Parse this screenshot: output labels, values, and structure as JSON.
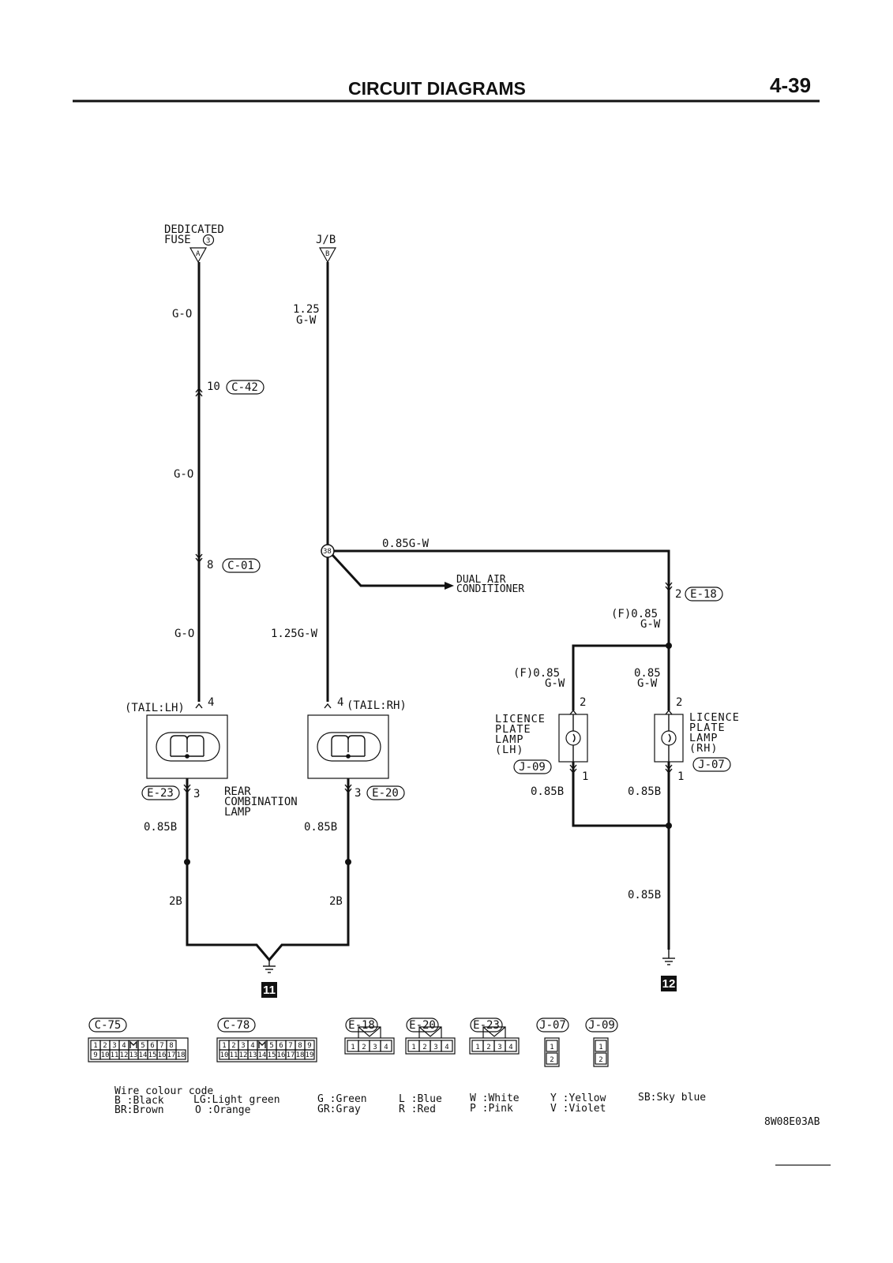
{
  "header": {
    "title": "CIRCUIT DIAGRAMS",
    "page": "4-39"
  },
  "sources": {
    "fuse_line1": "DEDICATED",
    "fuse_line2": "FUSE",
    "fuse_num": "3",
    "fuse_conn": "A",
    "jb": "J/B",
    "jb_conn": "B"
  },
  "wires": {
    "a_upper": "G-O",
    "a_mid": "G-O",
    "a_lower": "G-O",
    "b_upper_size": "1.25",
    "b_upper_color": "G-W",
    "b_lower": "1.25G-W",
    "branch": "0.85G-W",
    "e18_size": "(F)0.85",
    "e18_color": "G-W",
    "lh_size": "(F)0.85",
    "lh_color": "G-W",
    "rh_size": "0.85",
    "rh_color": "G-W",
    "lh_ground": "0.85B",
    "rh_ground": "0.85B",
    "right_bottom": "0.85B",
    "e23_out": "0.85B",
    "e20_out": "0.85B",
    "g_left": "2B",
    "g_right": "2B"
  },
  "junction": {
    "label": "38",
    "arrow_line1": "DUAL AIR",
    "arrow_line2": "CONDITIONER"
  },
  "connectors": {
    "c42": {
      "pin": "10",
      "name": "C-42"
    },
    "c01": {
      "pin": "8",
      "name": "C-01"
    },
    "e18": {
      "pin": "2",
      "name": "E-18"
    },
    "e23": {
      "pin": "3",
      "name": "E-23"
    },
    "e20": {
      "pin": "3",
      "name": "E-20"
    },
    "j09": {
      "name": "J-09"
    },
    "j07": {
      "name": "J-07"
    }
  },
  "lamps": {
    "tail_lh": "(TAIL:LH)",
    "tail_lh_pin": "4",
    "tail_rh": "(TAIL:RH)",
    "tail_rh_pin": "4",
    "rear_line1": "REAR",
    "rear_line2": "COMBINATION",
    "rear_line3": "LAMP",
    "lic_lh_line1": "LICENCE",
    "lic_lh_line2": "PLATE",
    "lic_lh_line3": "LAMP",
    "lic_lh_line4": "(LH)",
    "lic_rh_line1": "LICENCE",
    "lic_rh_line2": "PLATE",
    "lic_rh_line3": "LAMP",
    "lic_rh_line4": "(RH)",
    "lic_lh_pin_top": "2",
    "lic_lh_pin_bot": "1",
    "lic_rh_pin_top": "2",
    "lic_rh_pin_bot": "1"
  },
  "grounds": {
    "left": "11",
    "right": "12"
  },
  "connector_views": [
    {
      "name": "C-75",
      "row1": [
        "1",
        "2",
        "3",
        "4",
        "",
        "5",
        "6",
        "7",
        "8"
      ],
      "row2": [
        "9",
        "10",
        "11",
        "12",
        "13",
        "14",
        "15",
        "16",
        "17",
        "18"
      ]
    },
    {
      "name": "C-78",
      "row1": [
        "1",
        "2",
        "3",
        "4",
        "",
        "5",
        "6",
        "7",
        "8",
        "9"
      ],
      "row2": [
        "10",
        "11",
        "12",
        "13",
        "14",
        "15",
        "16",
        "17",
        "18",
        "19"
      ]
    },
    {
      "name": "E-18",
      "row1": [
        "1",
        "2",
        "3",
        "4"
      ]
    },
    {
      "name": "E-20",
      "row1": [
        "1",
        "2",
        "3",
        "4"
      ]
    },
    {
      "name": "E-23",
      "row1": [
        "1",
        "2",
        "3",
        "4"
      ]
    },
    {
      "name": "J-07",
      "row1": [
        "1",
        "2"
      ]
    },
    {
      "name": "J-09",
      "row1": [
        "1",
        "2"
      ]
    }
  ],
  "legend": {
    "title": "Wire colour code",
    "row1": [
      "B :Black",
      "LG:Light green",
      "G :Green",
      "L :Blue",
      "W :White",
      "Y :Yellow",
      "SB:Sky blue"
    ],
    "row2": [
      "BR:Brown",
      "O :Orange",
      "GR:Gray",
      "R :Red",
      "P :Pink",
      "V :Violet"
    ]
  },
  "ref_code": "8W08E03AB"
}
